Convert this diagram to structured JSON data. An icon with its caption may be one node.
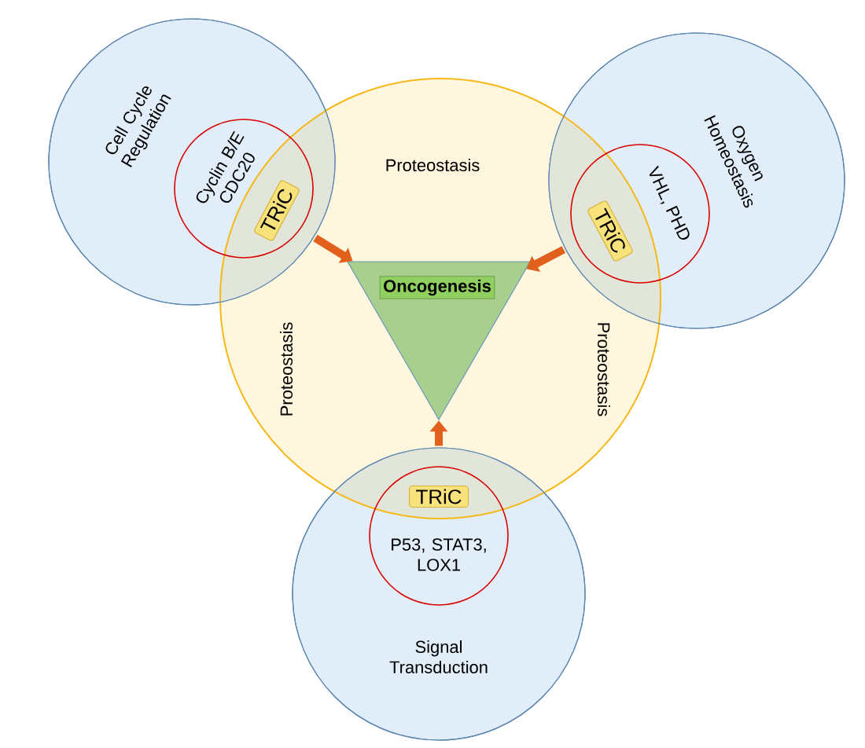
{
  "diagram": {
    "nodes": [
      {
        "text": [
          "Proteostasis",
          "Proteostasis",
          "Proteostasis"
        ]
      },
      {
        "text": [
          "Oncogenesis"
        ],
        "in": 0
      },
      {
        "text": [
          "Cell Cycle Regulation"
        ]
      },
      {
        "text": [
          "Cyclin B/E CDC20"
        ],
        "in": 2
      },
      {
        "text": [
          "TRiC"
        ]
      },
      {
        "text": [
          "Oxygen Homeostasis"
        ]
      },
      {
        "text": [
          "VHL, PHD"
        ],
        "in": 5
      },
      {
        "text": [
          "TRiC"
        ]
      },
      {
        "text": [
          "Signal Transduction"
        ]
      },
      {
        "text": [
          "P53, STAT3, LOX1"
        ],
        "in": 8
      },
      {
        "text": [
          "TRiC"
        ]
      }
    ],
    "edges": [
      {
        "from": 2,
        "to": 1,
        "arrow": "to"
      },
      {
        "from": 5,
        "to": 1,
        "arrow": "to"
      },
      {
        "from": 8,
        "to": 1,
        "arrow": "to"
      }
    ]
  }
}
